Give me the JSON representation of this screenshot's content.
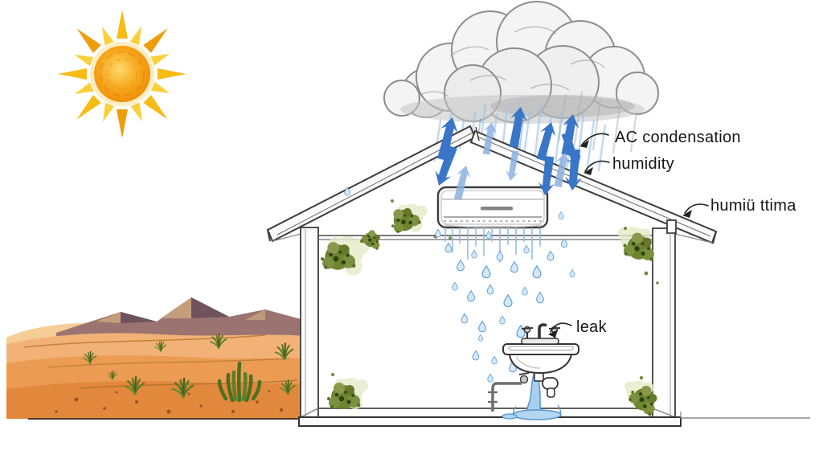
{
  "labels": {
    "ac_condensation": "AC condensation",
    "humidity": "humidity",
    "roof_note": "humiü ttima",
    "leak": "leak"
  },
  "scene": {
    "elements": [
      "sun-icon",
      "desert-landscape",
      "rain-cloud",
      "rain-streaks",
      "house-cross-section",
      "ac-unit",
      "condensation-drips",
      "humidity-arrows",
      "mold-spots",
      "leaking-sink"
    ]
  },
  "colors": {
    "arrow_blue": "#3a76c8",
    "arrow_blue_light": "#8db2e0",
    "rain_blue": "#9cc2e8",
    "water_blue": "#a9cfee",
    "water_edge": "#5795cf",
    "sun_orange": "#f09a10",
    "ray_yellow": "#f6bc15",
    "sand_orange": "#e2913f",
    "mountain_mauve": "#9b7472",
    "mold_green": "#6e8430",
    "sketch_gray": "#3d3d3d",
    "cloud_gray": "#8d8d8d"
  }
}
